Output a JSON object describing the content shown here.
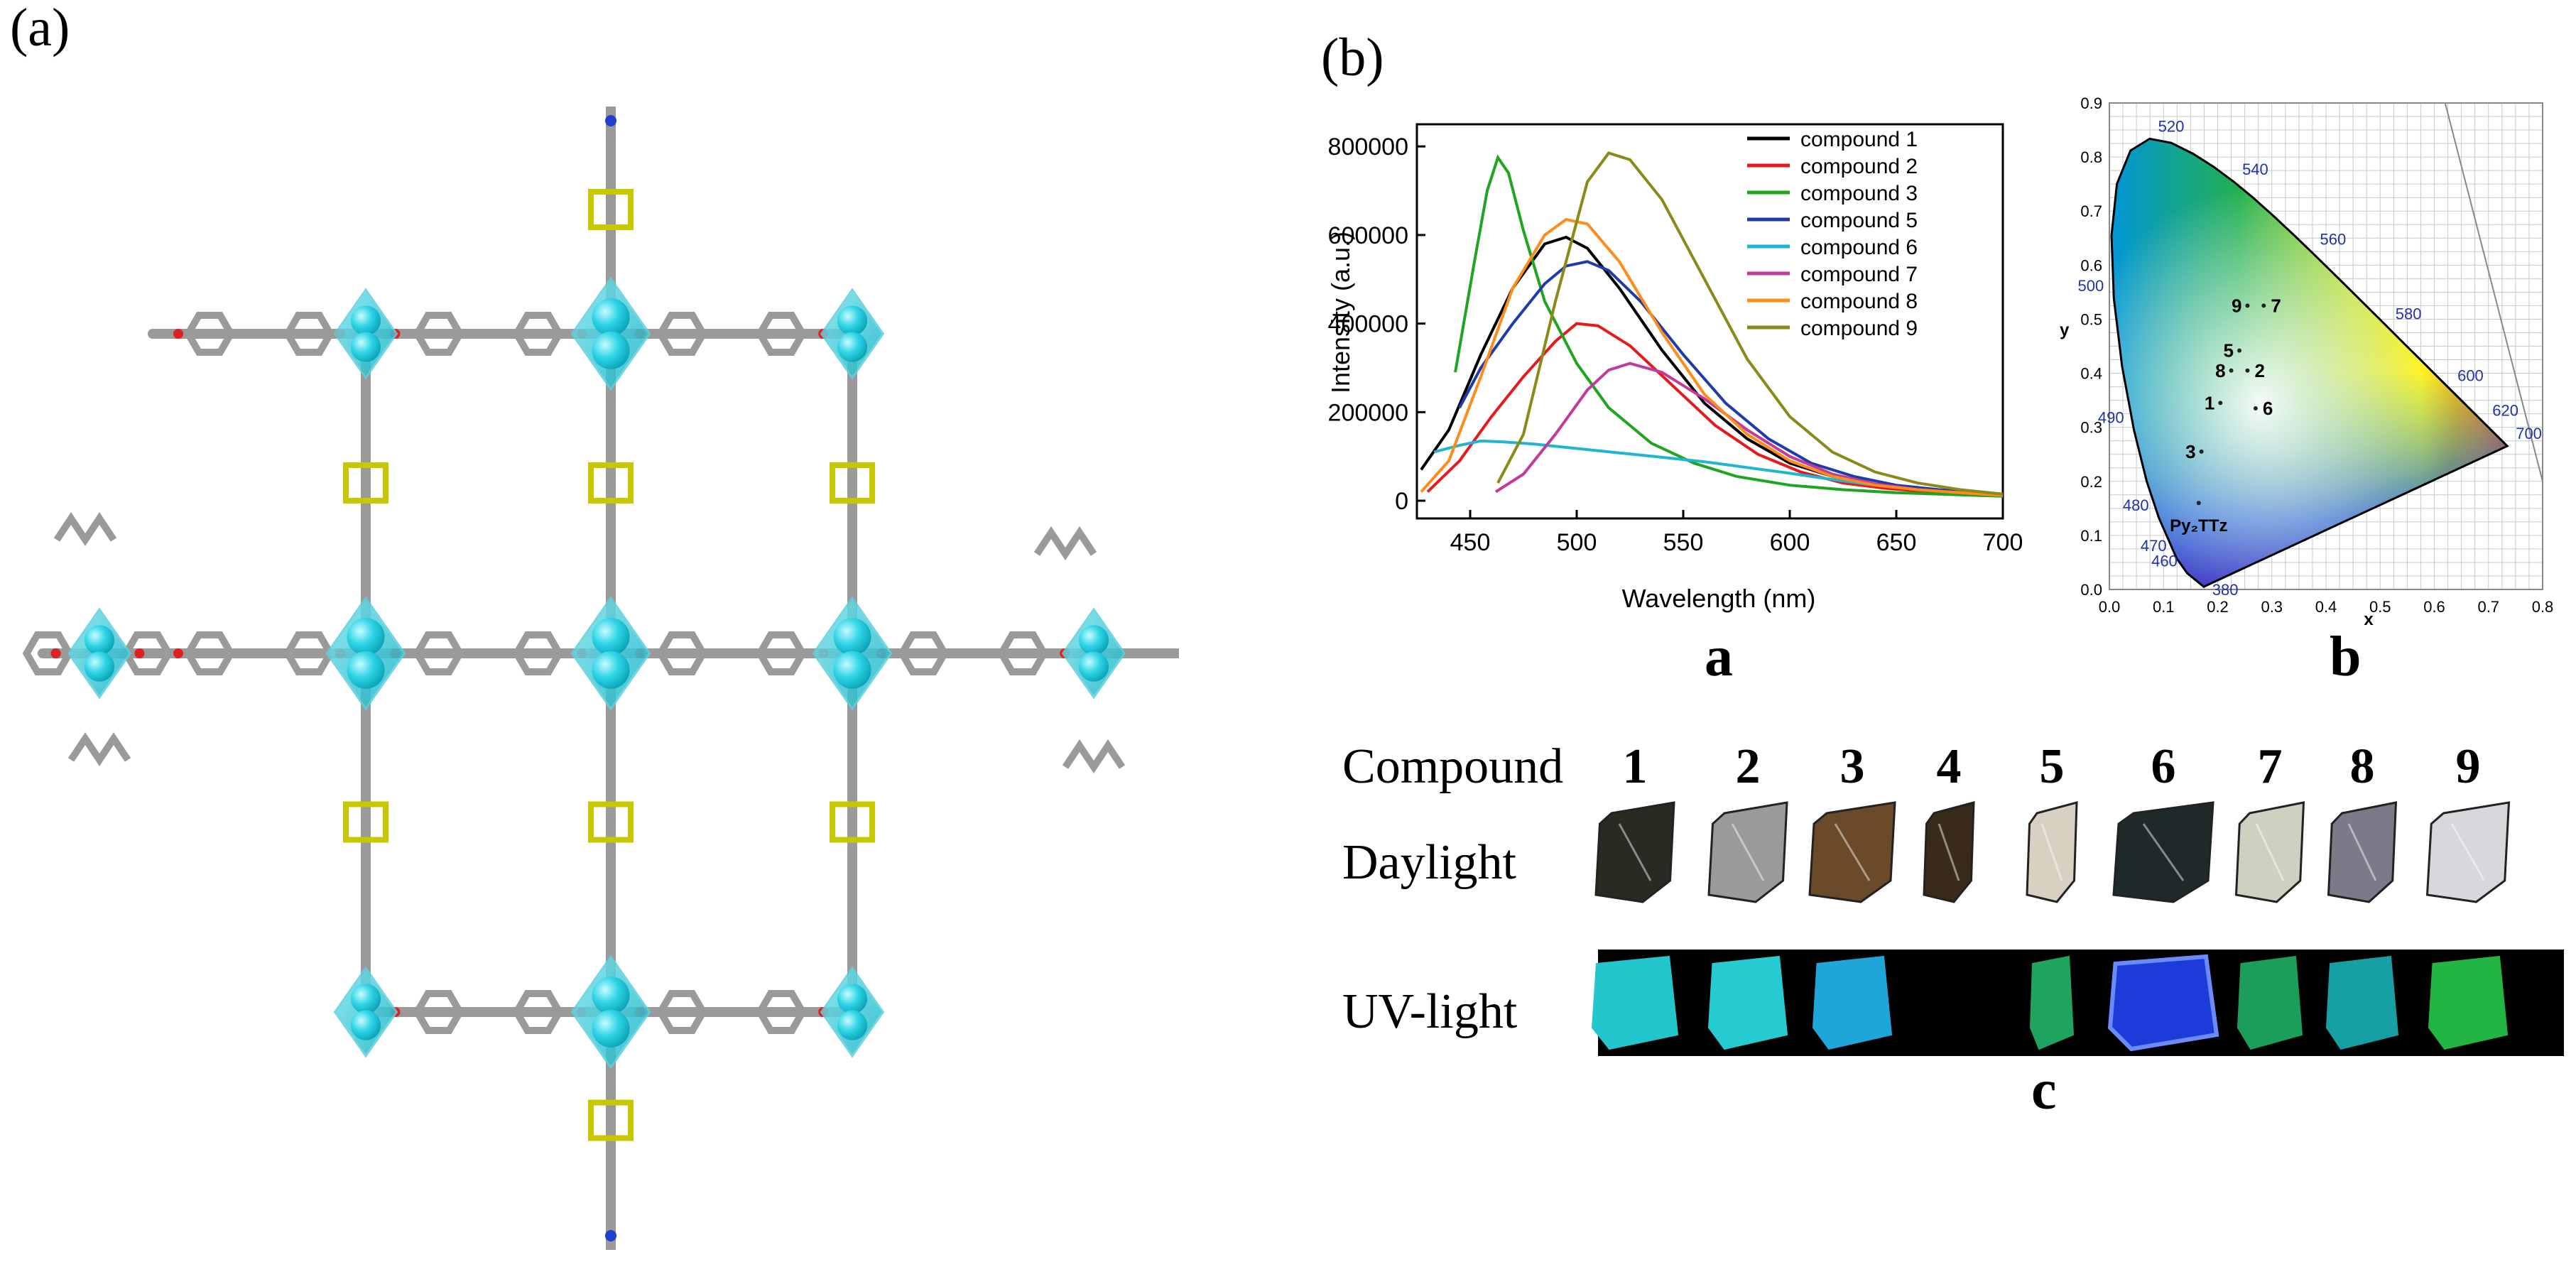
{
  "panel_a": {
    "label": "(a)"
  },
  "panel_b": {
    "label": "(b)"
  },
  "sublabels": {
    "a": "a",
    "b": "b",
    "c": "c"
  },
  "chart_data": [
    {
      "type": "line",
      "xlabel": "Wavelength (nm)",
      "ylabel": "Intensity (a.u.)",
      "xlim": [
        425,
        700
      ],
      "ylim": [
        -40000,
        850000
      ],
      "xticks": [
        450,
        500,
        550,
        600,
        650,
        700
      ],
      "yticks": [
        0,
        200000,
        400000,
        600000,
        800000
      ],
      "ytick_labels": [
        "0",
        "200000",
        "400000",
        "600000",
        "800000"
      ],
      "legend": "top-right",
      "series": [
        {
          "name": "compound 1",
          "color": "#000000",
          "x": [
            427,
            440,
            455,
            470,
            485,
            495,
            505,
            520,
            540,
            560,
            580,
            600,
            620,
            640,
            660,
            680,
            700
          ],
          "y": [
            70000,
            160000,
            330000,
            480000,
            580000,
            595000,
            570000,
            480000,
            340000,
            220000,
            140000,
            85000,
            55000,
            35000,
            25000,
            18000,
            12000
          ]
        },
        {
          "name": "compound 2",
          "color": "#e41a1c",
          "x": [
            430,
            445,
            460,
            475,
            490,
            500,
            510,
            525,
            545,
            565,
            585,
            605,
            625,
            645,
            665,
            685,
            700
          ],
          "y": [
            20000,
            90000,
            190000,
            280000,
            360000,
            400000,
            395000,
            350000,
            260000,
            170000,
            105000,
            65000,
            40000,
            28000,
            20000,
            14000,
            10000
          ]
        },
        {
          "name": "compound 3",
          "color": "#1fa51f",
          "x": [
            443,
            452,
            458,
            463,
            468,
            475,
            485,
            500,
            515,
            535,
            555,
            575,
            600,
            625,
            650,
            675,
            700
          ],
          "y": [
            290000,
            540000,
            700000,
            775000,
            740000,
            610000,
            450000,
            310000,
            210000,
            130000,
            85000,
            55000,
            35000,
            25000,
            18000,
            14000,
            10000
          ]
        },
        {
          "name": "compound 5",
          "color": "#1f3ca8",
          "x": [
            445,
            455,
            470,
            485,
            495,
            505,
            515,
            530,
            550,
            570,
            590,
            610,
            630,
            650,
            670,
            690,
            700
          ],
          "y": [
            210000,
            300000,
            400000,
            490000,
            530000,
            540000,
            520000,
            450000,
            330000,
            220000,
            140000,
            85000,
            55000,
            35000,
            25000,
            18000,
            15000
          ]
        },
        {
          "name": "compound 6",
          "color": "#20b5d0",
          "x": [
            433,
            445,
            455,
            465,
            480,
            500,
            520,
            540,
            560,
            580,
            600,
            620,
            640,
            660,
            680,
            700
          ],
          "y": [
            110000,
            125000,
            135000,
            133000,
            128000,
            118000,
            108000,
            98000,
            88000,
            75000,
            62000,
            48000,
            35000,
            25000,
            18000,
            12000
          ]
        },
        {
          "name": "compound 7",
          "color": "#c23a9a",
          "x": [
            462,
            475,
            490,
            505,
            515,
            525,
            540,
            560,
            580,
            600,
            620,
            640,
            660,
            680,
            700
          ],
          "y": [
            20000,
            60000,
            150000,
            250000,
            295000,
            310000,
            290000,
            230000,
            160000,
            100000,
            60000,
            38000,
            25000,
            18000,
            12000
          ]
        },
        {
          "name": "compound 8",
          "color": "#ff8c1a",
          "x": [
            427,
            440,
            455,
            470,
            485,
            495,
            505,
            520,
            540,
            560,
            580,
            600,
            620,
            640,
            660,
            680,
            700
          ],
          "y": [
            20000,
            90000,
            280000,
            480000,
            600000,
            635000,
            625000,
            540000,
            380000,
            240000,
            150000,
            90000,
            55000,
            35000,
            25000,
            18000,
            12000
          ]
        },
        {
          "name": "compound 9",
          "color": "#8a8a1a",
          "x": [
            463,
            475,
            490,
            505,
            515,
            525,
            540,
            560,
            580,
            600,
            620,
            640,
            660,
            680,
            700
          ],
          "y": [
            40000,
            150000,
            450000,
            720000,
            785000,
            770000,
            680000,
            500000,
            320000,
            190000,
            110000,
            65000,
            40000,
            25000,
            15000
          ]
        }
      ]
    },
    {
      "type": "scatter",
      "xlabel": "x",
      "ylabel": "y",
      "xlim": [
        0,
        0.8
      ],
      "ylim": [
        0,
        0.9
      ],
      "xticks": [
        0.0,
        0.1,
        0.2,
        0.3,
        0.4,
        0.5,
        0.6,
        0.7,
        0.8
      ],
      "xtick_labels": [
        "0.0",
        "0.1",
        "0.2",
        "0.3",
        "0.4",
        "0.5",
        "0.6",
        "0.7",
        "0.8"
      ],
      "yticks": [
        0.0,
        0.1,
        0.2,
        0.3,
        0.4,
        0.5,
        0.6,
        0.7,
        0.8,
        0.9
      ],
      "ytick_labels": [
        "0.0",
        "0.1",
        "0.2",
        "0.3",
        "0.4",
        "0.5",
        "0.6",
        "0.7",
        "0.8",
        "0.9"
      ],
      "wavelength_labels": [
        {
          "text": "520",
          "x": 0.0743,
          "y": 0.8338
        },
        {
          "text": "540",
          "x": 0.2296,
          "y": 0.7543
        },
        {
          "text": "560",
          "x": 0.3731,
          "y": 0.6245
        },
        {
          "text": "580",
          "x": 0.5125,
          "y": 0.4866
        },
        {
          "text": "600",
          "x": 0.627,
          "y": 0.3725
        },
        {
          "text": "620",
          "x": 0.6915,
          "y": 0.3083
        },
        {
          "text": "700",
          "x": 0.7347,
          "y": 0.2653
        },
        {
          "text": "500",
          "x": 0.0082,
          "y": 0.5384
        },
        {
          "text": "490",
          "x": 0.0454,
          "y": 0.295
        },
        {
          "text": "480",
          "x": 0.0913,
          "y": 0.1327
        },
        {
          "text": "470",
          "x": 0.1241,
          "y": 0.0578
        },
        {
          "text": "460",
          "x": 0.144,
          "y": 0.0297
        },
        {
          "text": "380",
          "x": 0.1741,
          "y": 0.005
        }
      ],
      "points": [
        {
          "label": "9",
          "x": 0.255,
          "y": 0.525
        },
        {
          "label": "7",
          "x": 0.285,
          "y": 0.525
        },
        {
          "label": "5",
          "x": 0.24,
          "y": 0.442
        },
        {
          "label": "8",
          "x": 0.225,
          "y": 0.405
        },
        {
          "label": "2",
          "x": 0.255,
          "y": 0.405
        },
        {
          "label": "1",
          "x": 0.205,
          "y": 0.345
        },
        {
          "label": "6",
          "x": 0.27,
          "y": 0.335
        },
        {
          "label": "3",
          "x": 0.17,
          "y": 0.255
        },
        {
          "label": "Py₂TTz",
          "x": 0.165,
          "y": 0.16
        }
      ]
    }
  ],
  "panel_c": {
    "header": "Compound",
    "rows": [
      "Daylight",
      "UV-light"
    ],
    "compounds": [
      "1",
      "2",
      "3",
      "4",
      "5",
      "6",
      "7",
      "8",
      "9"
    ],
    "uv_colors": [
      "#22c6cc",
      "#25cbd0",
      "#1fa6d8",
      "",
      "#1ea45f",
      "#1d3bd8",
      "#1c9e5a",
      "#16a0a4",
      "#23b543"
    ]
  }
}
